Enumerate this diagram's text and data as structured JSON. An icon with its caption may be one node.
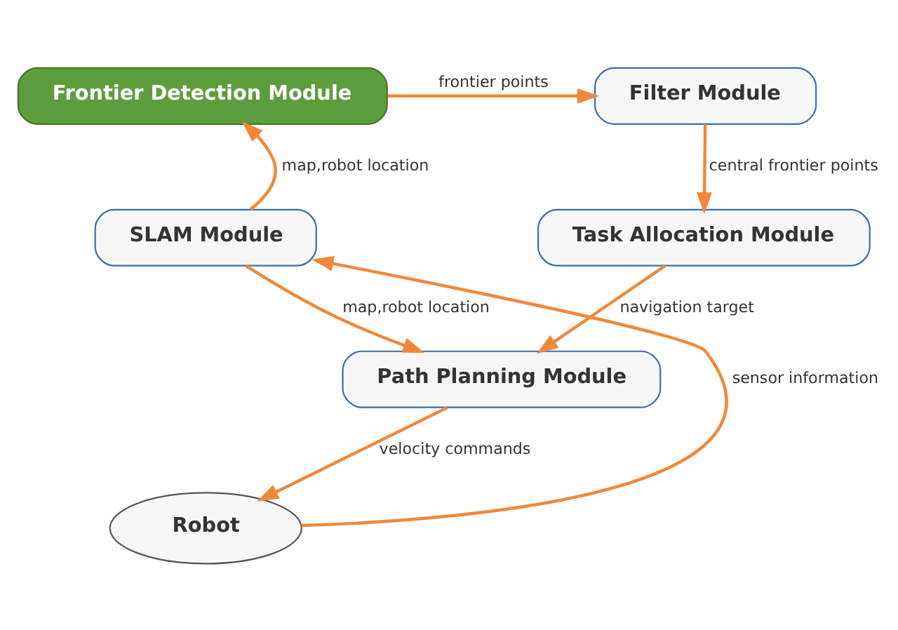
{
  "diagram": {
    "nodes": [
      {
        "text": [
          "Frontier Detection Module"
        ]
      },
      {
        "text": [
          "Filter Module"
        ]
      },
      {
        "text": [
          "SLAM Module"
        ]
      },
      {
        "text": [
          "Task Allocation Module"
        ]
      },
      {
        "text": [
          "Path Planning Module"
        ]
      },
      {
        "text": [
          "Robot"
        ]
      }
    ],
    "edges": [
      {
        "from": 0,
        "to": 1,
        "arrow": "to",
        "label": "frontier points"
      },
      {
        "from": 1,
        "to": 3,
        "arrow": "to",
        "label": "central frontier points"
      },
      {
        "from": 2,
        "to": 0,
        "arrow": "to",
        "label": "map,robot location"
      },
      {
        "from": 3,
        "to": 4,
        "arrow": "to",
        "label": "navigation target"
      },
      {
        "from": 2,
        "to": 4,
        "arrow": "to",
        "label": "map,robot location"
      },
      {
        "from": 4,
        "to": 5,
        "arrow": "to",
        "label": "velocity commands"
      },
      {
        "from": 5,
        "to": 2,
        "arrow": "to",
        "label": "sensor information"
      }
    ]
  }
}
